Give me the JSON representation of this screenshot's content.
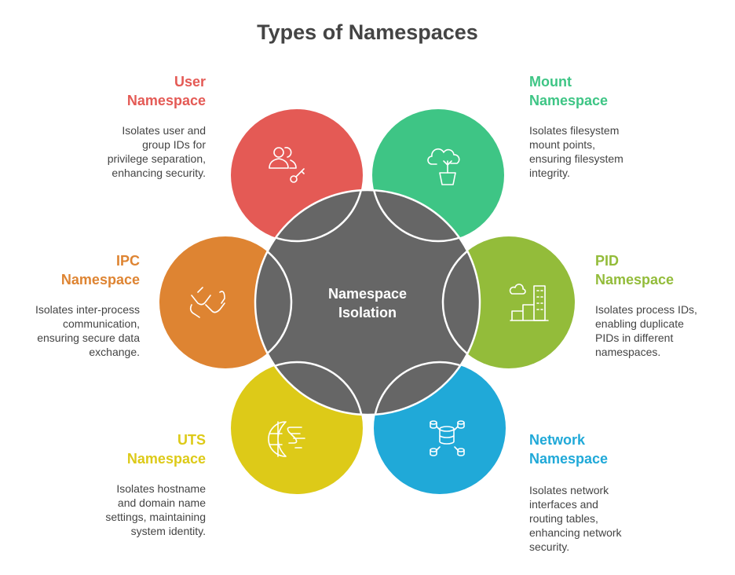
{
  "title": "Types of Namespaces",
  "center": {
    "line1": "Namespace",
    "line2": "Isolation",
    "color": "#666666"
  },
  "items": [
    {
      "line1": "User",
      "line2": "Namespace",
      "desc": [
        "Isolates user and",
        "group IDs for",
        "privilege separation,",
        "enhancing security."
      ],
      "color": "#E45A55",
      "icon": "users-key-icon"
    },
    {
      "line1": "Mount",
      "line2": "Namespace",
      "desc": [
        "Isolates filesystem",
        "mount points,",
        "ensuring filesystem",
        "integrity."
      ],
      "color": "#3EC585",
      "icon": "cloud-plant-icon"
    },
    {
      "line1": "IPC",
      "line2": "Namespace",
      "desc": [
        "Isolates inter-process",
        "communication,",
        "ensuring secure data",
        "exchange."
      ],
      "color": "#DE8432",
      "icon": "handshake-icon"
    },
    {
      "line1": "PID",
      "line2": "Namespace",
      "desc": [
        "Isolates process IDs,",
        "enabling duplicate",
        "PIDs in different",
        "namespaces."
      ],
      "color": "#93BC3A",
      "icon": "city-buildings-icon"
    },
    {
      "line1": "UTS",
      "line2": "Namespace",
      "desc": [
        "Isolates hostname",
        "and domain name",
        "settings, maintaining",
        "system identity."
      ],
      "color": "#DDCA18",
      "icon": "globe-dollar-icon"
    },
    {
      "line1": "Network",
      "line2": "Namespace",
      "desc": [
        "Isolates network",
        "interfaces and",
        "routing tables,",
        "enhancing network",
        "security."
      ],
      "color": "#20A9D8",
      "icon": "database-network-icon"
    }
  ]
}
